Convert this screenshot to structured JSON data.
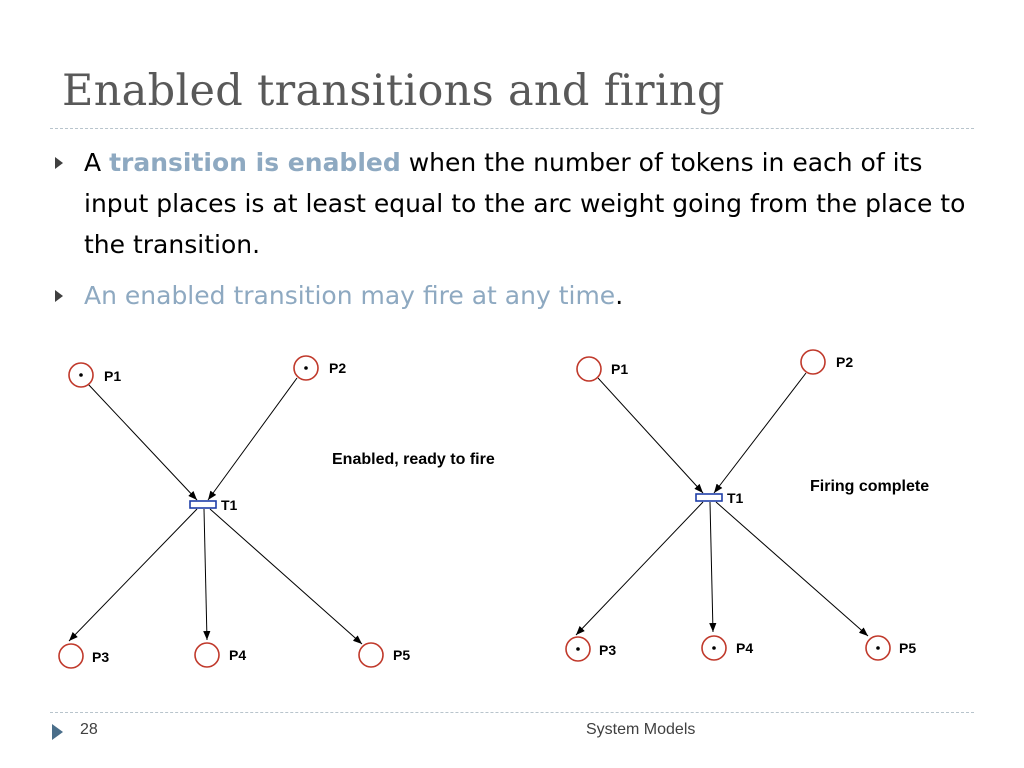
{
  "slide": {
    "title": "Enabled transitions and firing",
    "bullets": [
      {
        "prefix": "A ",
        "highlight": "transition is enabled",
        "rest": " when the number of tokens in each of its input places is at least equal to the arc weight going from the place to the transition."
      },
      {
        "highlight": "An enabled transition may fire at any time",
        "rest": "."
      }
    ],
    "footer": {
      "page_number": "28",
      "title": "System Models"
    }
  },
  "diagrams": {
    "left": {
      "caption": "Enabled, ready to fire",
      "transition": "T1",
      "places": {
        "p1": "P1",
        "p2": "P2",
        "p3": "P3",
        "p4": "P4",
        "p5": "P5"
      },
      "tokens": {
        "P1": 1,
        "P2": 1,
        "P3": 0,
        "P4": 0,
        "P5": 0
      }
    },
    "right": {
      "caption": "Firing complete",
      "transition": "T1",
      "places": {
        "p1": "P1",
        "p2": "P2",
        "p3": "P3",
        "p4": "P4",
        "p5": "P5"
      },
      "tokens": {
        "P1": 0,
        "P2": 0,
        "P3": 1,
        "P4": 1,
        "P5": 1
      }
    }
  },
  "colors": {
    "place": "#c0392b",
    "transition": "#1f3fa8",
    "arc": "#000000",
    "highlight": "#8ea9c1"
  }
}
